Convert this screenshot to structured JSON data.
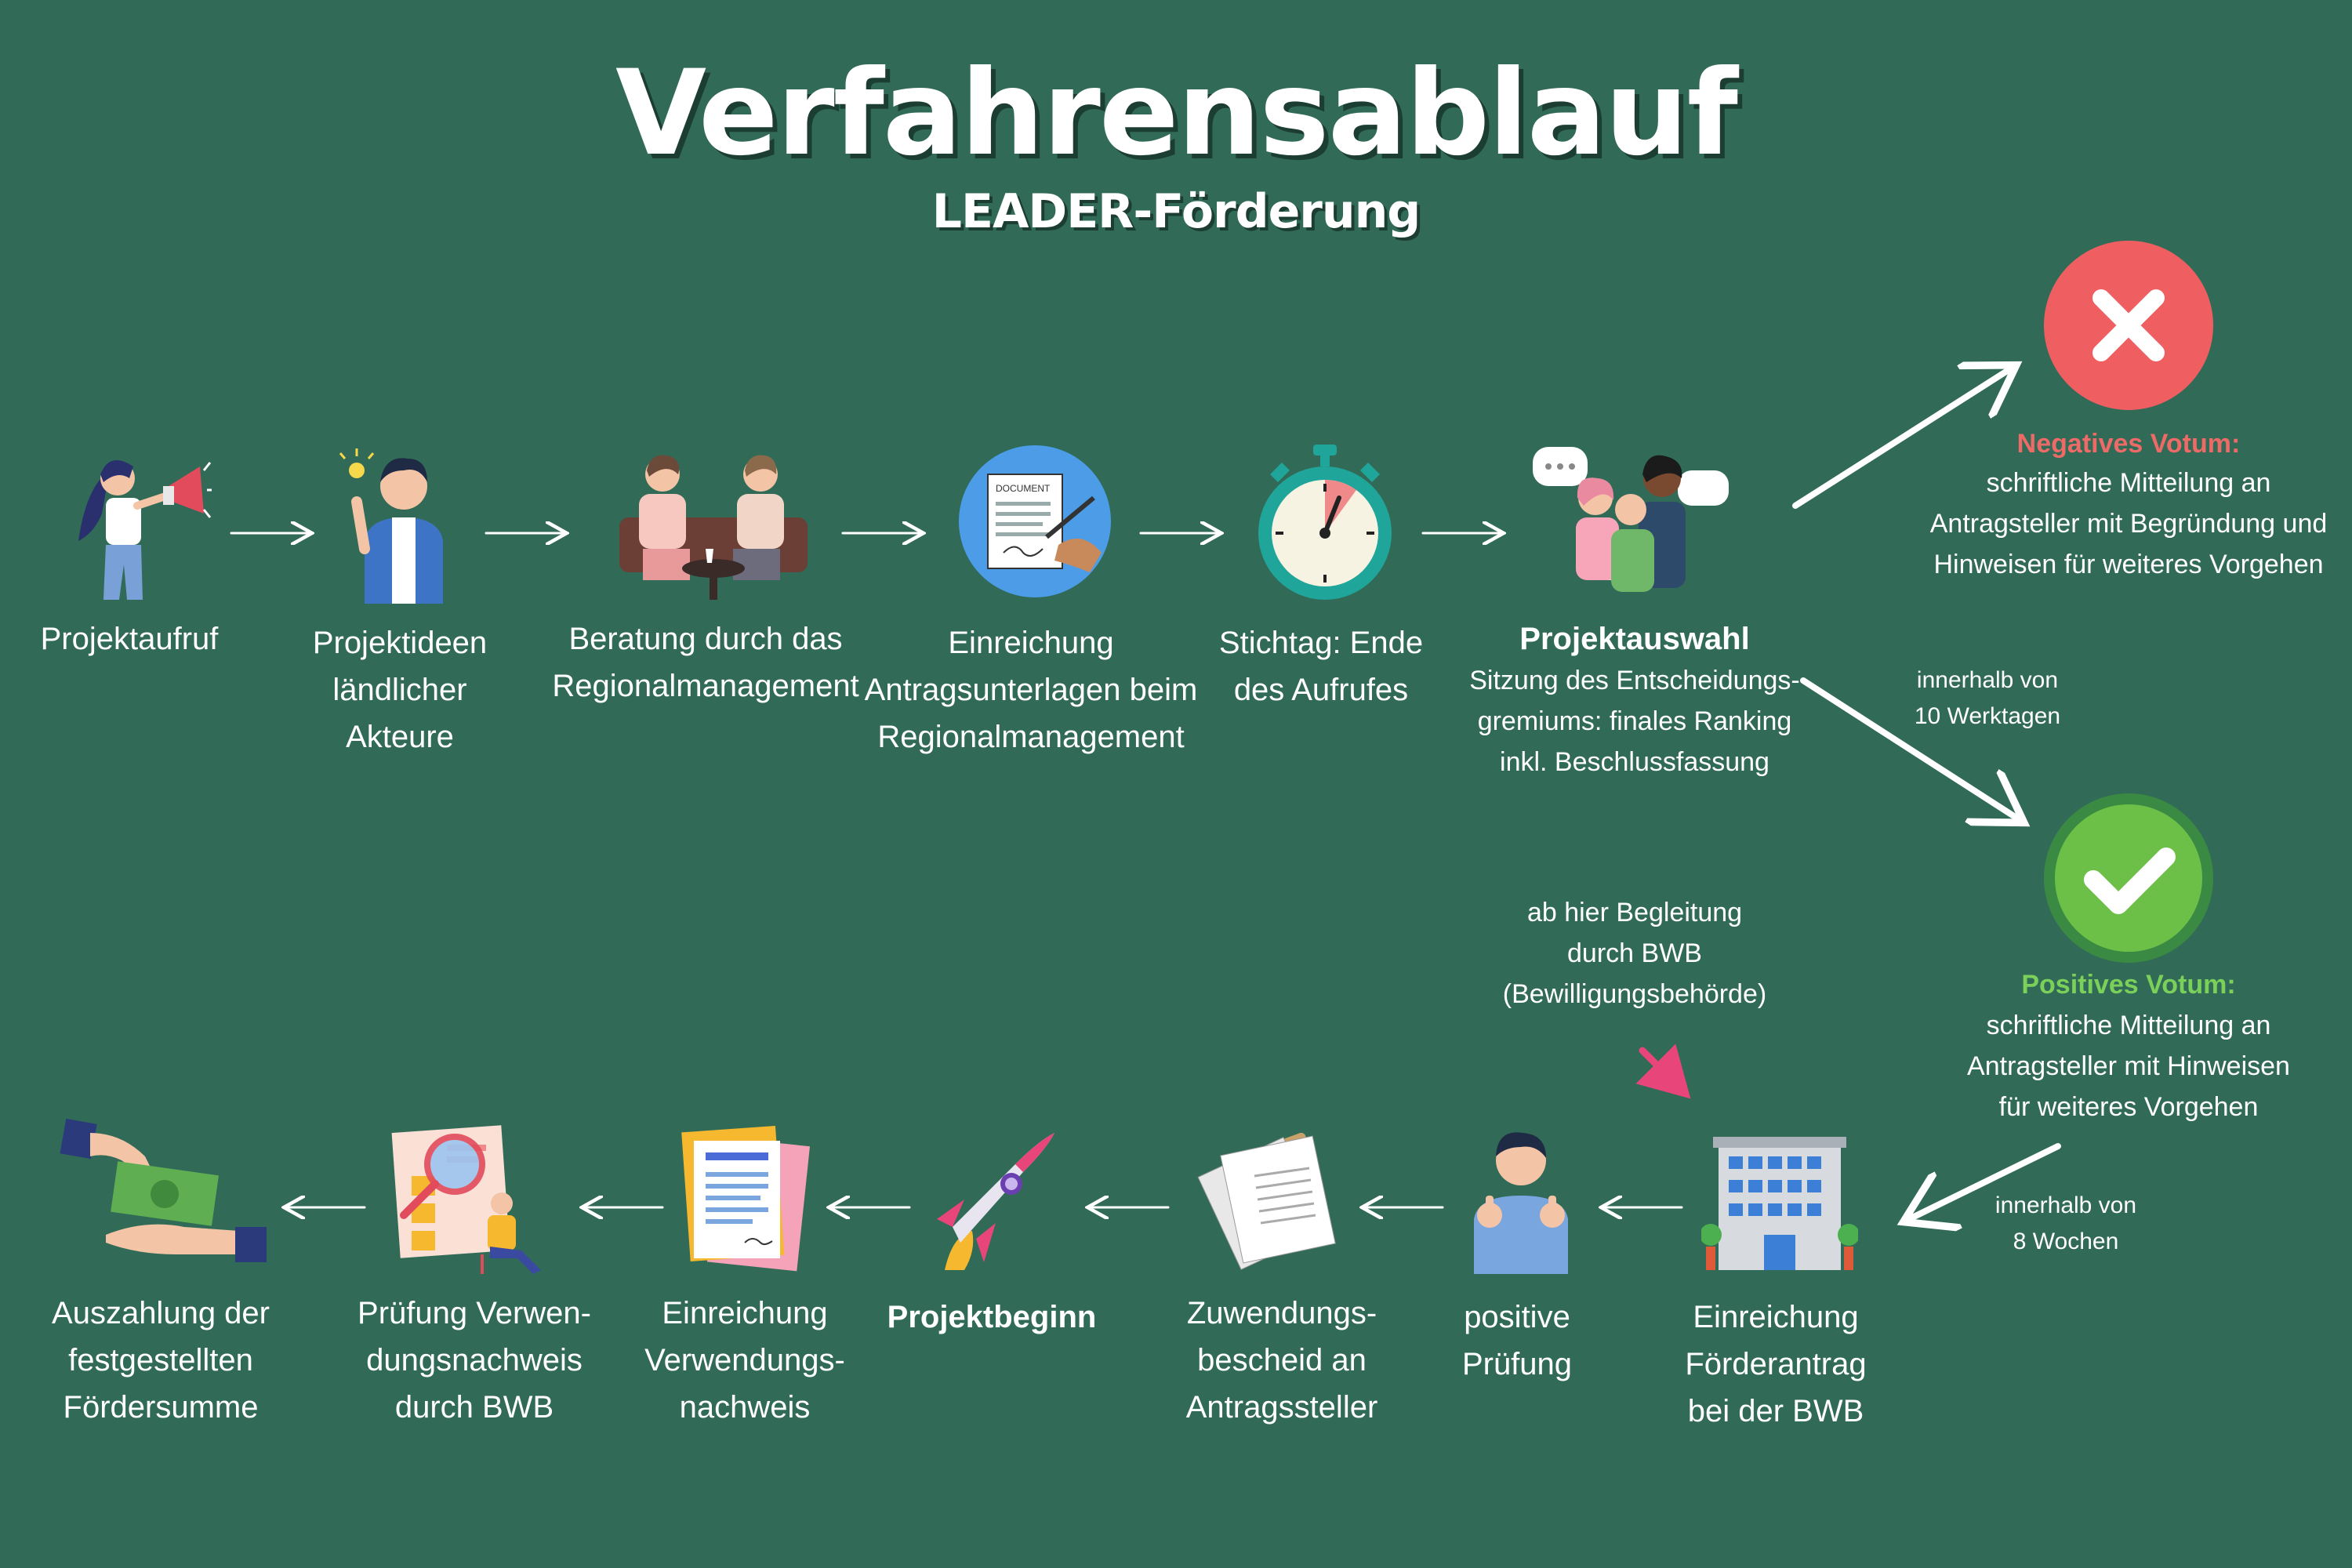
{
  "header": {
    "title": "Verfahrensablauf",
    "subtitle": "LEADER-Förderung"
  },
  "top_row": {
    "step1": "Projektaufruf",
    "step2": "Projektideen\nländlicher\nAkteure",
    "step3": "Beratung durch das\nRegionalmanagement",
    "step4": "Einreichung\nAntragsunterlagen beim\nRegionalmanagement",
    "step5": "Stichtag: Ende\ndes Aufrufes",
    "step6_title": "Projektauswahl",
    "step6_desc": "Sitzung des Entscheidungs-\ngremiums: finales Ranking\ninkl. Beschlussfassung"
  },
  "icons": {
    "document_label": "DOCUMENT"
  },
  "outcomes": {
    "negative_title": "Negatives Votum:",
    "negative_text": "schriftliche Mitteilung an\nAntragsteller mit Begründung und\nHinweisen für weiteres Vorgehen",
    "timing_10": "innerhalb von\n10 Werktagen",
    "positive_title": "Positives Votum:",
    "positive_text": "schriftliche Mitteilung an\nAntragsteller mit Hinweisen\nfür weiteres Vorgehen",
    "timing_8": "innerhalb von\n8 Wochen",
    "bwb_note": "ab hier Begleitung\ndurch BWB\n(Bewilligungsbehörde)"
  },
  "bottom_row": {
    "step_a": "Einreichung\nFörderantrag\nbei der BWB",
    "step_b": "positive\nPrüfung",
    "step_c": "Zuwendungs-\nbescheid an\nAntragssteller",
    "step_d": "Projektbeginn",
    "step_e": "Einreichung\nVerwendungs-\nnachweis",
    "step_f": "Prüfung Verwen-\ndungsnachweis\ndurch BWB",
    "step_g": "Auszahlung der\nfestgestellten\nFördersumme"
  },
  "colors": {
    "background": "#316b57",
    "negative": "#ee6a67",
    "positive": "#7bd05a"
  }
}
